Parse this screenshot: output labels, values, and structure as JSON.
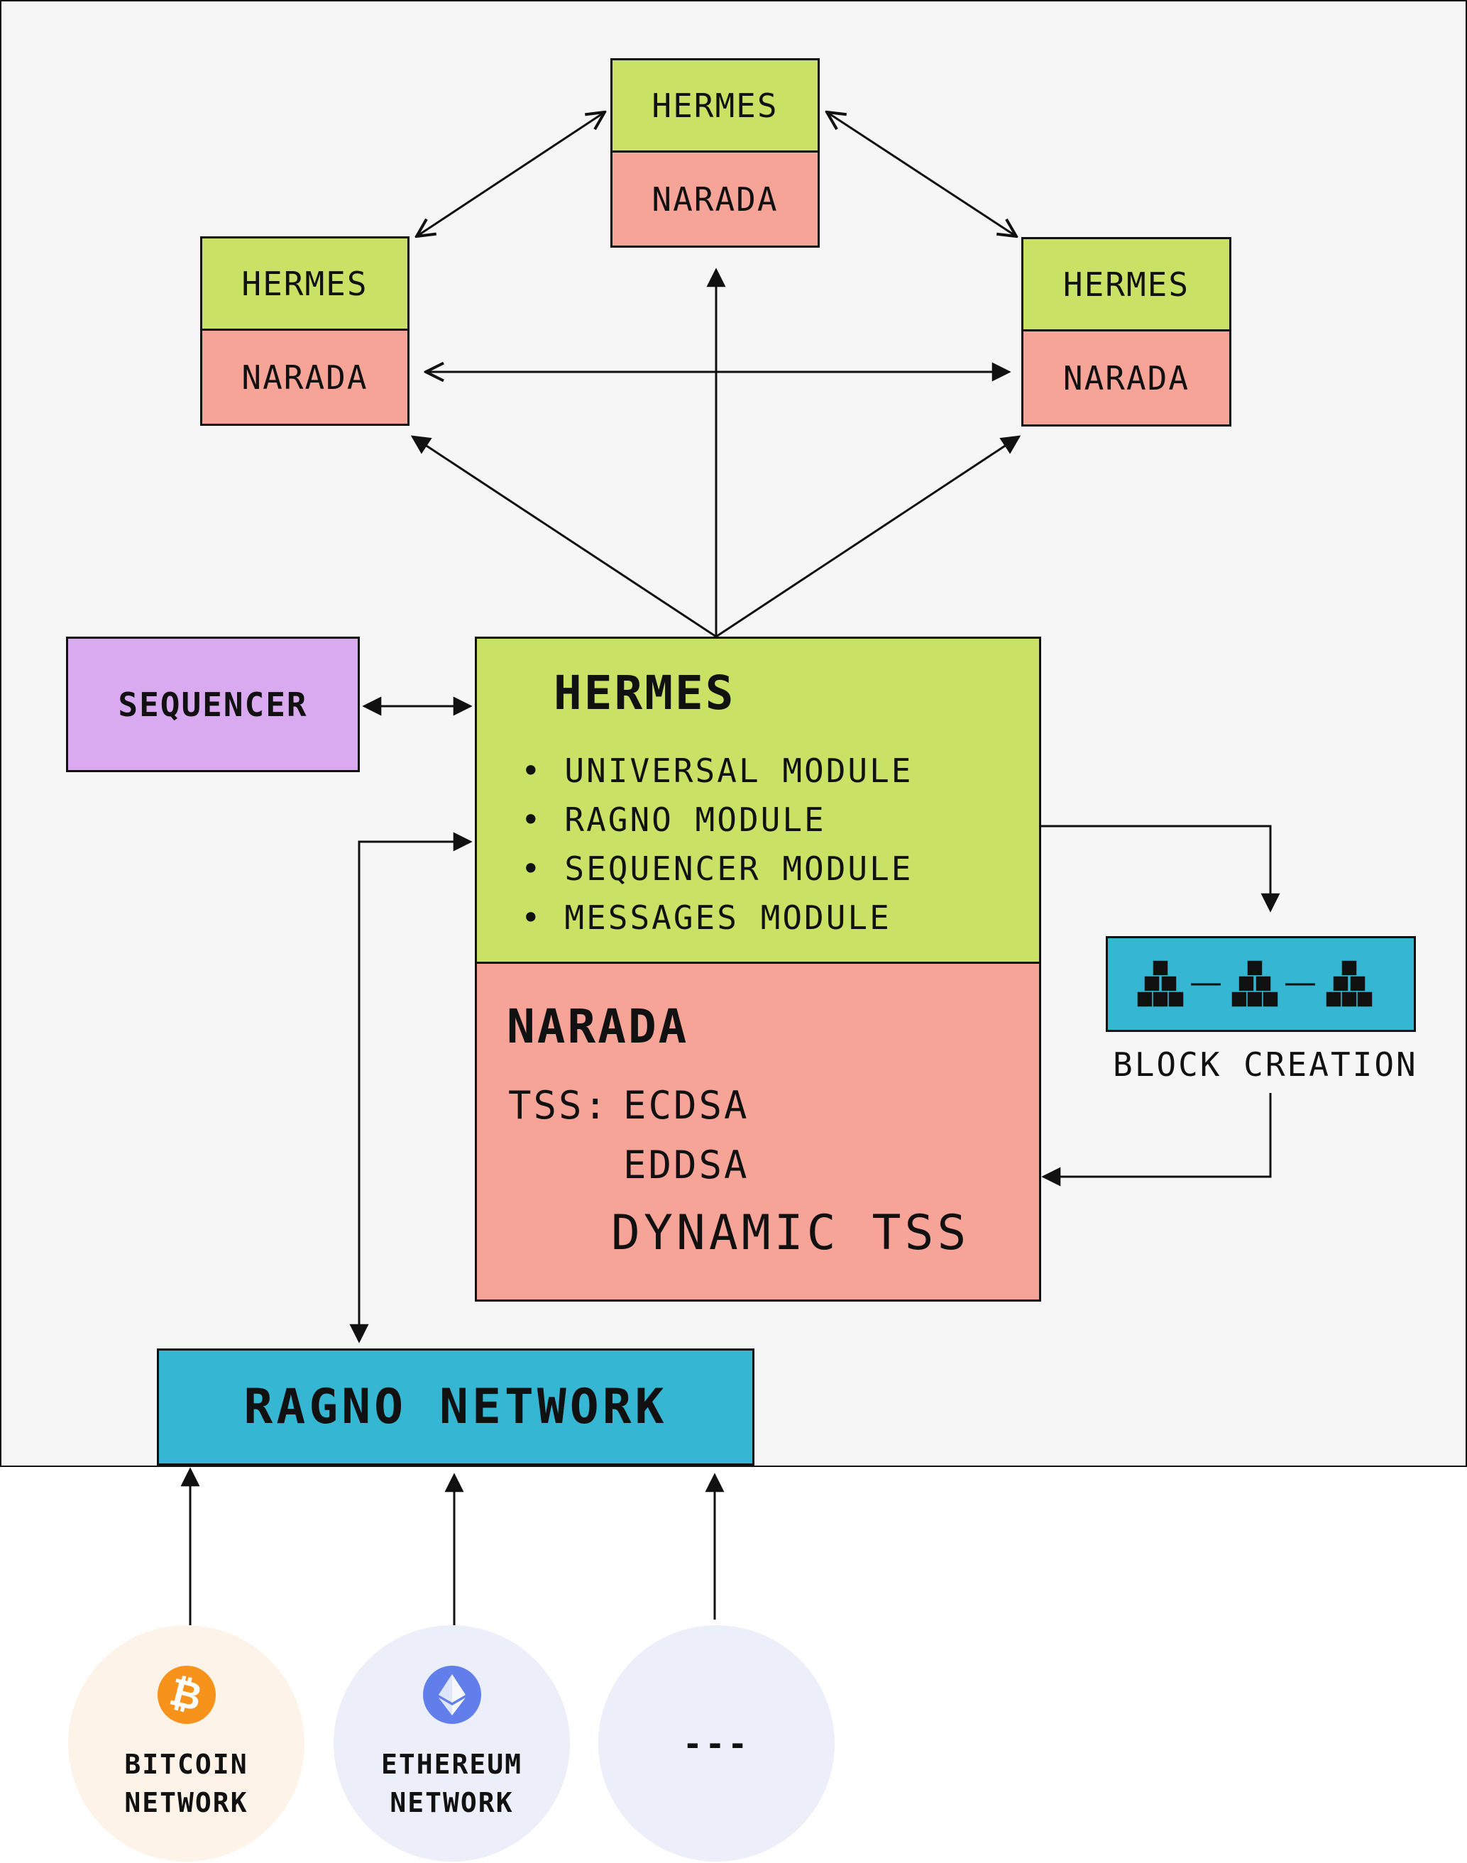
{
  "top_nodes": [
    {
      "hermes": "HERMES",
      "narada": "NARADA"
    },
    {
      "hermes": "HERMES",
      "narada": "NARADA"
    },
    {
      "hermes": "HERMES",
      "narada": "NARADA"
    }
  ],
  "sequencer": {
    "label": "SEQUENCER"
  },
  "main_node": {
    "hermes_title": "HERMES",
    "modules": [
      "UNIVERSAL MODULE",
      "RAGNO MODULE",
      "SEQUENCER MODULE",
      "MESSAGES MODULE"
    ],
    "narada_title": "NARADA",
    "tss_label": "TSS:",
    "tss_schemes": [
      "ECDSA",
      "EDDSA"
    ],
    "dynamic_tss": "DYNAMIC TSS"
  },
  "block_creation": {
    "label": "BLOCK CREATION",
    "icon": "blocks-chain-icon"
  },
  "ragno_network": {
    "label": "RAGNO NETWORK"
  },
  "source_networks": [
    {
      "line1": "BITCOIN",
      "line2": "NETWORK",
      "icon": "bitcoin-icon",
      "bg": "#fdf3e9"
    },
    {
      "line1": "ETHEREUM",
      "line2": "NETWORK",
      "icon": "ethereum-icon",
      "bg": "#eceff9"
    },
    {
      "label": "---",
      "bg": "#eceff9"
    }
  ],
  "colors": {
    "hermes": "#c9e265",
    "narada": "#f6a398",
    "sequencer": "#d9aaf0",
    "network": "#35b7d4",
    "bitcoin": "#f7931a",
    "ethereum": "#627eea"
  }
}
